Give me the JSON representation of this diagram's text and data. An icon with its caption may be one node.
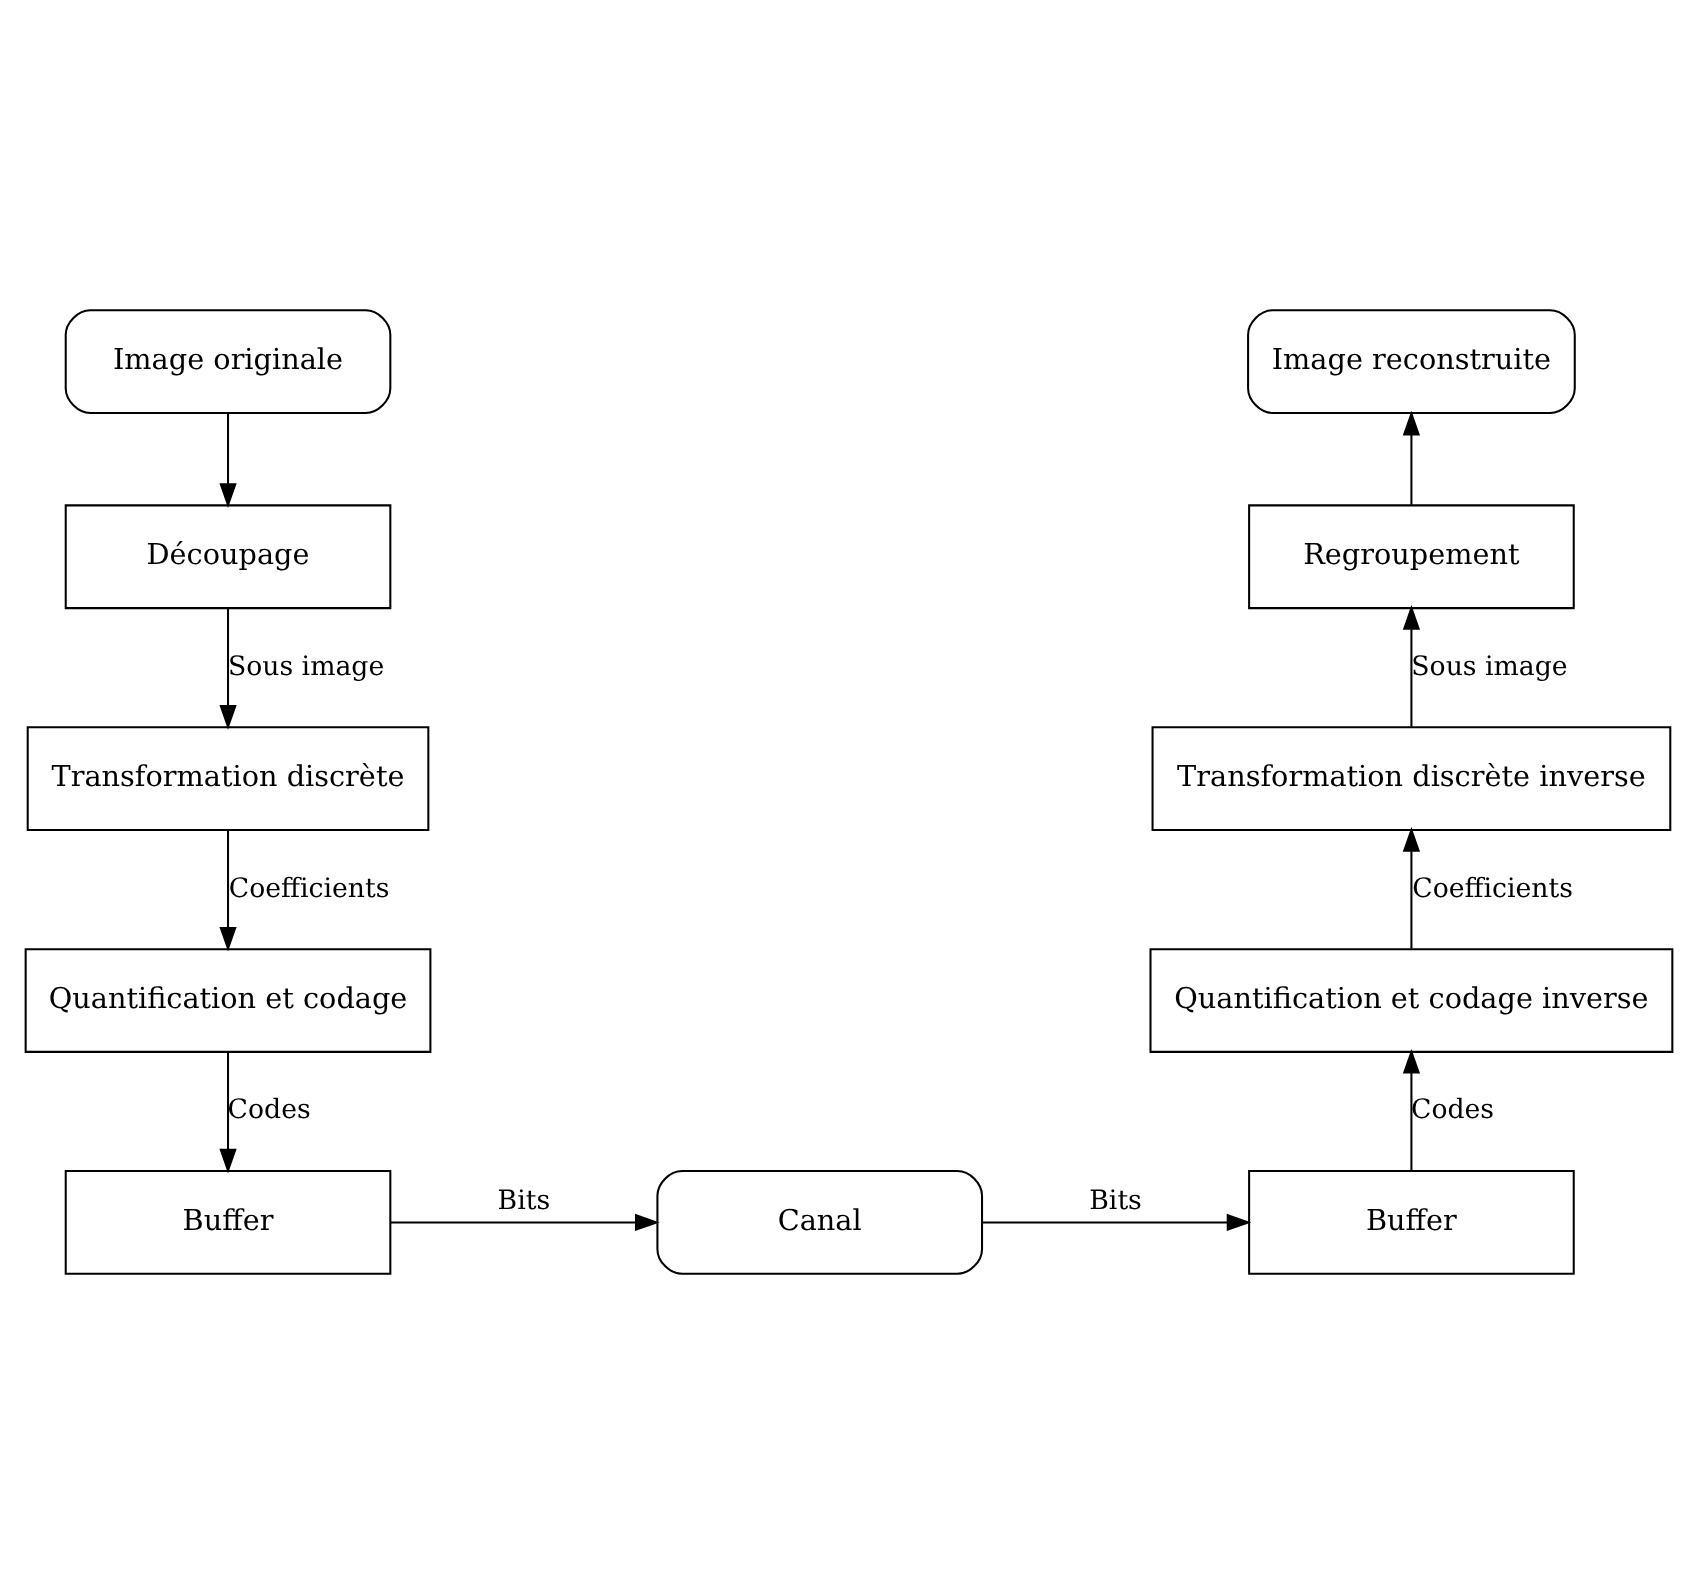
{
  "diagram": {
    "nodes": [
      {
        "text": [
          "Image originale"
        ]
      },
      {
        "text": [
          "Découpage"
        ]
      },
      {
        "text": [
          "Transformation discrète"
        ]
      },
      {
        "text": [
          "Quantification et codage"
        ]
      },
      {
        "text": [
          "Buffer"
        ]
      },
      {
        "text": [
          "Canal"
        ]
      },
      {
        "text": [
          "Buffer"
        ]
      },
      {
        "text": [
          "Quantification et codage inverse"
        ]
      },
      {
        "text": [
          "Transformation discrète inverse"
        ]
      },
      {
        "text": [
          "Regroupement"
        ]
      },
      {
        "text": [
          "Image reconstruite"
        ]
      }
    ],
    "edges": [
      {
        "from": 0,
        "to": 1,
        "arrow": "to"
      },
      {
        "from": 1,
        "to": 2,
        "arrow": "to",
        "label": "Sous image"
      },
      {
        "from": 2,
        "to": 3,
        "arrow": "to",
        "label": "Coefficients"
      },
      {
        "from": 3,
        "to": 4,
        "arrow": "to",
        "label": "Codes"
      },
      {
        "from": 4,
        "to": 5,
        "arrow": "to",
        "label": "Bits"
      },
      {
        "from": 5,
        "to": 6,
        "arrow": "to",
        "label": "Bits"
      },
      {
        "from": 6,
        "to": 7,
        "arrow": "to",
        "label": "Codes"
      },
      {
        "from": 7,
        "to": 8,
        "arrow": "to",
        "label": "Coefficients"
      },
      {
        "from": 8,
        "to": 9,
        "arrow": "to",
        "label": "Sous image"
      },
      {
        "from": 9,
        "to": 10,
        "arrow": "to"
      }
    ]
  }
}
